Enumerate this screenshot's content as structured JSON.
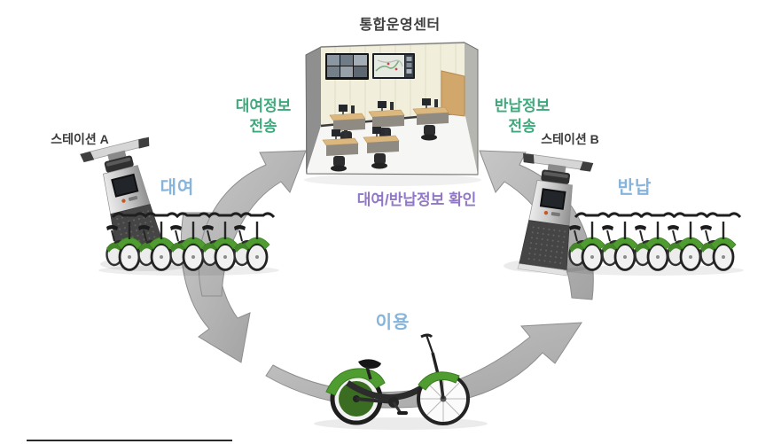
{
  "palette": {
    "green_accent": "#3fa87c",
    "blue_accent": "#86b4da",
    "purple_accent": "#9177c6",
    "dark_text": "#3f3f3f",
    "arrow_gray": "#b3b3b3",
    "bike_green": "#4f9d30"
  },
  "operations_center": {
    "title": "통합운영센터",
    "check_label": "대여/반납정보 확인"
  },
  "station_a": {
    "name": "스테이션 A",
    "action_label": "대여",
    "transfer_line1": "대여정보",
    "transfer_line2": "전송"
  },
  "station_b": {
    "name": "스테이션 B",
    "action_label": "반납",
    "transfer_line1": "반납정보",
    "transfer_line2": "전송"
  },
  "cycle": {
    "usage_label": "이용"
  }
}
